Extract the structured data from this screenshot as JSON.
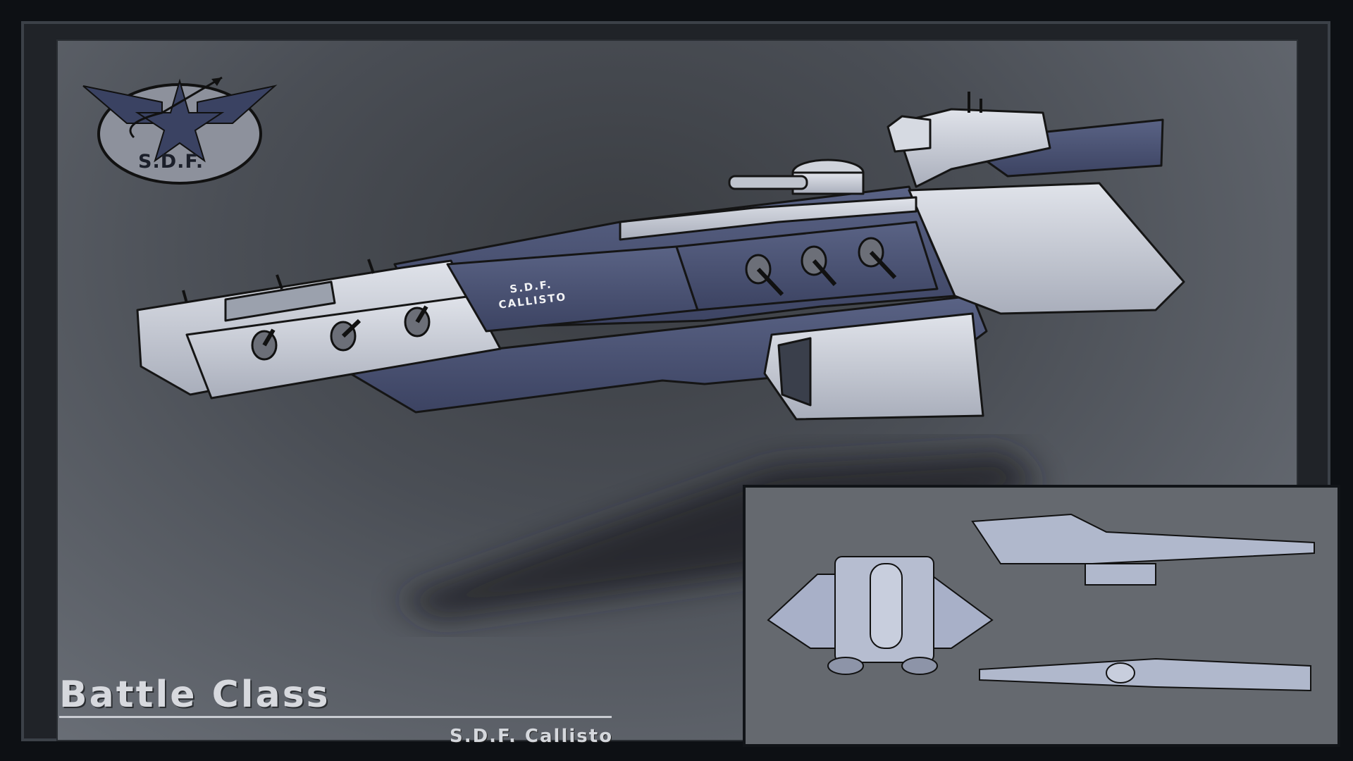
{
  "logo": {
    "text": "S.D.F.",
    "icon": "sdf-star-wings-emblem"
  },
  "hull": {
    "line1": "S.D.F.",
    "line2": "CALLISTO"
  },
  "title": "Battle Class",
  "subtitle": "S.D.F. Callisto",
  "colors": {
    "background": "#0d1014",
    "canvas": "#4a4e55",
    "hull_light": "#c7cbd3",
    "hull_dark": "#4a5272",
    "inset_bg": "#65696f",
    "text": "#d7d9de"
  }
}
